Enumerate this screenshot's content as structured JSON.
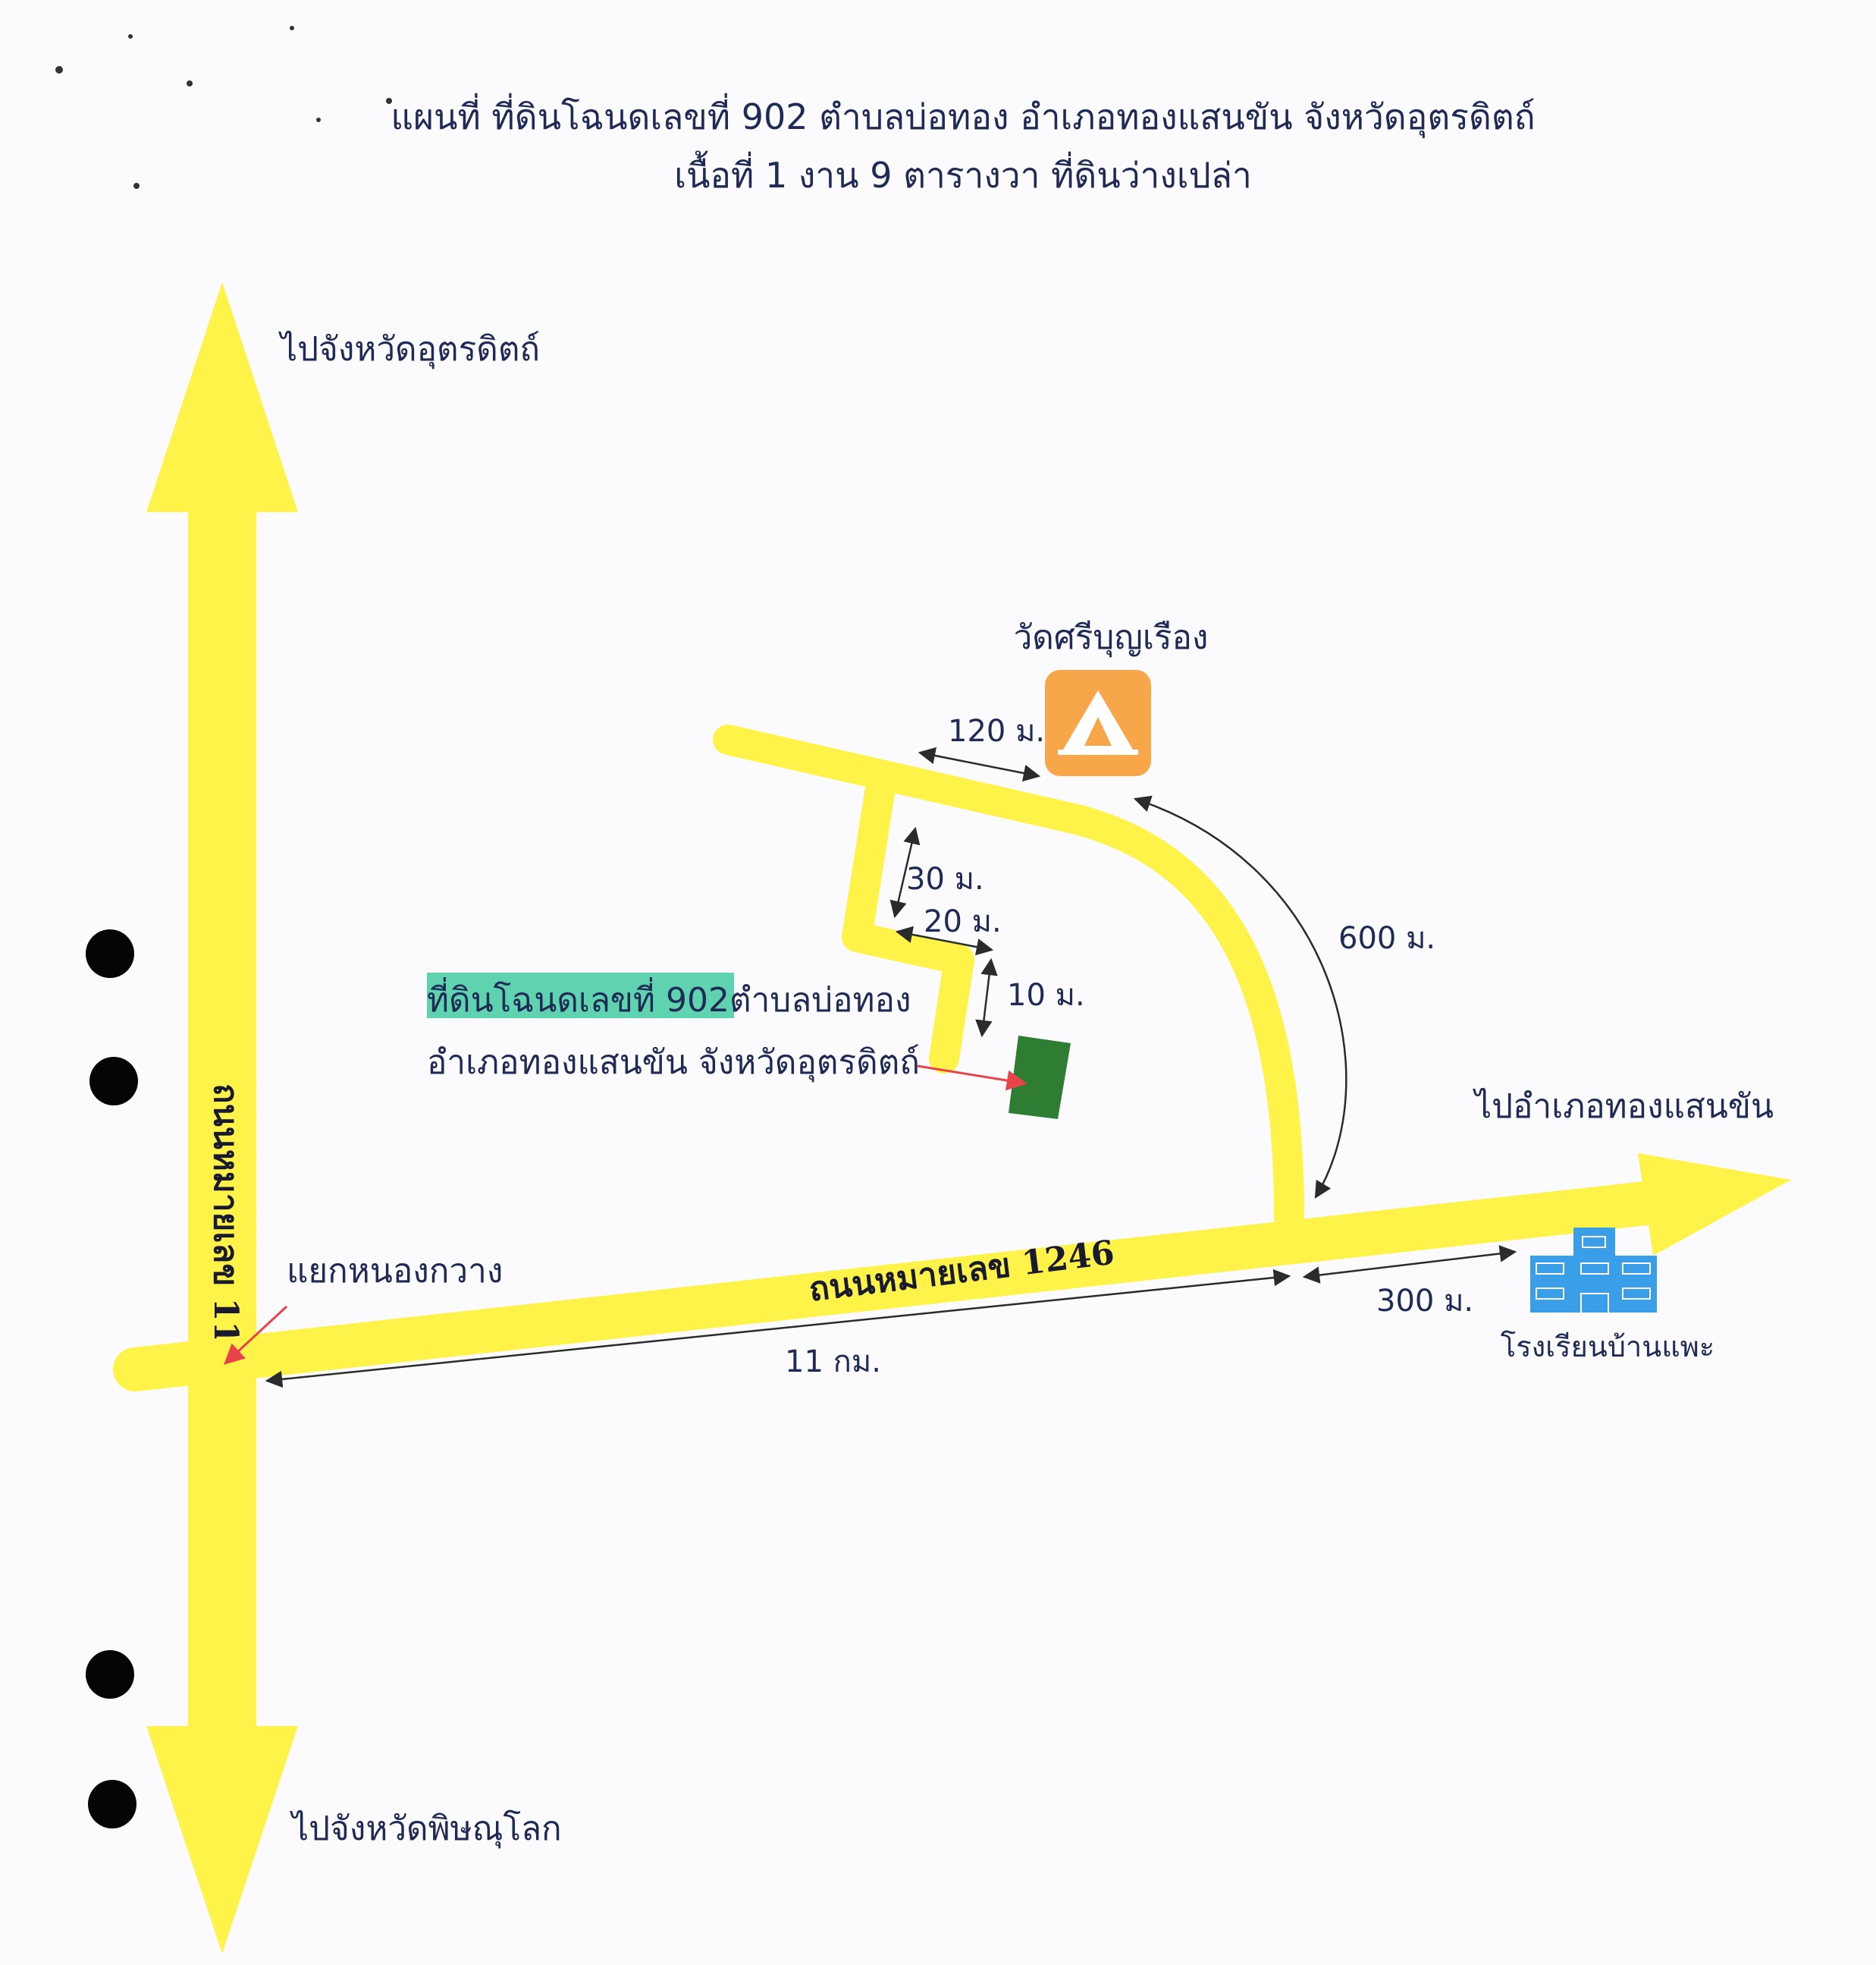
{
  "title": {
    "line1": "แผนที่ ที่ดินโฉนดเลขที่ 902 ตำบลบ่อทอง อำเภอทองแสนขัน จังหวัดอุตรดิตถ์",
    "line2": "เนื้อที่ 1 งาน 9 ตารางวา ที่ดินว่างเปล่า"
  },
  "directions": {
    "north": "ไปจังหวัดอุตรดิตถ์",
    "south": "ไปจังหวัดพิษณุโลก",
    "east": "ไปอำเภอทองแสนขัน"
  },
  "roads": {
    "highway_11": "ถนนหมายเลข 11",
    "highway_1246": "ถนนหมายเลข 1246"
  },
  "places": {
    "junction": "แยกหนองกวาง",
    "temple": "วัดศรีบุญเรือง",
    "school": "โรงเรียนบ้านแพะ",
    "plot_line1_highlight": "ที่ดินโฉนดเลขที่ 902",
    "plot_line1_rest": "ตำบลบ่อทอง",
    "plot_line2": "อำเภอทองแสนขัน จังหวัดอุตรดิตถ์"
  },
  "distances": {
    "d120": "120 ม.",
    "d30": "30 ม.",
    "d20": "20 ม.",
    "d10": "10 ม.",
    "d600": "600 ม.",
    "d300": "300 ม.",
    "d11km": "11 กม."
  },
  "colors": {
    "road": "#fff34a",
    "temple_icon": "#f7a64a",
    "school_icon": "#3b9ee8",
    "plot": "#2e7d32",
    "highlight": "#5fd3b0",
    "pointer": "#e8434a",
    "text": "#1f2a55"
  },
  "icons": {
    "temple": "tent-icon",
    "school": "school-building-icon"
  }
}
